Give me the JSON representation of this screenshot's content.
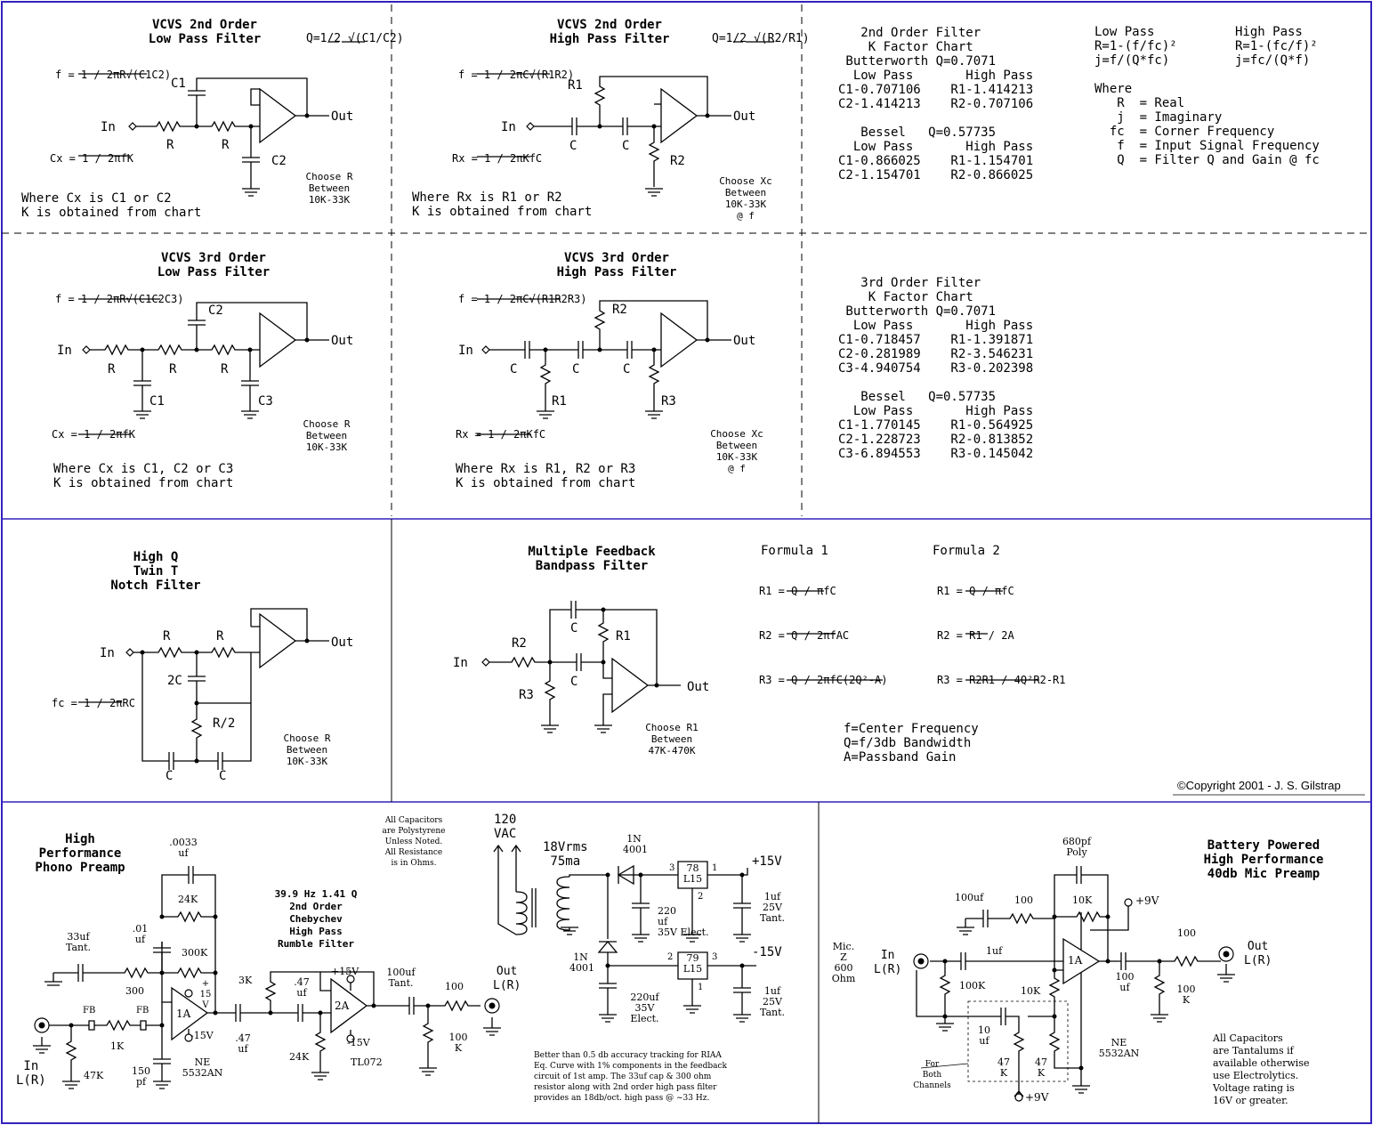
{
  "colors": {
    "border": "#3322bb",
    "ink": "#000000",
    "paper": "#ffffff"
  },
  "lp2": {
    "title1": "VCVS 2nd Order",
    "title2": "Low Pass Filter",
    "q_formula": "Q=1/2 √(C1/C2)",
    "f_formula": "f = 1 / 2πR√(C1C2)",
    "cx_formula": "Cx = 1 / 2πfK",
    "in": "In",
    "out": "Out",
    "r1": "R",
    "r2": "R",
    "c1": "C1",
    "c2": "C2",
    "choose": "Choose R\nBetween\n10K-33K",
    "note": "Where Cx is C1 or C2\nK is obtained from chart"
  },
  "hp2": {
    "title1": "VCVS 2nd Order",
    "title2": "High Pass Filter",
    "q_formula": "Q=1/2 √(R2/R1)",
    "f_formula": "f = 1 / 2πC√(R1R2)",
    "rx_formula": "Rx = 1 / 2πKfC",
    "in": "In",
    "out": "Out",
    "c1": "C",
    "c2": "C",
    "r1": "R1",
    "r2": "R2",
    "choose": "Choose Xc\nBetween\n10K-33K\n@ f",
    "note": "Where Rx is R1 or R2\nK is obtained from chart"
  },
  "chart2": {
    "lines": [
      "   2nd Order Filter",
      "    K Factor Chart",
      " Butterworth Q=0.7071",
      "  Low Pass       High Pass",
      "C1-0.707106    R1-1.414213",
      "C2-1.414213    R2-0.707106",
      "",
      "   Bessel   Q=0.57735",
      "  Low Pass       High Pass",
      "C1-0.866025    R1-1.154701",
      "C2-1.154701    R2-0.866025"
    ]
  },
  "defs": {
    "low_pass": "Low Pass\nR=1-(f/fc)²\nj=f/(Q*fc)",
    "high_pass": "High Pass\nR=1-(fc/f)²\nj=fc/(Q*f)",
    "where": "Where\n   R  = Real\n   j  = Imaginary\n  fc  = Corner Frequency\n   f  = Input Signal Frequency\n   Q  = Filter Q and Gain @ fc"
  },
  "lp3": {
    "title1": "VCVS 3rd Order",
    "title2": "Low Pass Filter",
    "f_formula": "f = 1 / 2πR√(C1C2C3)",
    "cx_formula": "Cx = 1 / 2πfK",
    "in": "In",
    "out": "Out",
    "r1": "R",
    "r2": "R",
    "r3": "R",
    "c1": "C1",
    "c2": "C2",
    "c3": "C3",
    "choose": "Choose R\nBetween\n10K-33K",
    "note": "Where Cx is C1, C2 or C3\nK is obtained from chart"
  },
  "hp3": {
    "title1": "VCVS 3rd Order",
    "title2": "High Pass Filter",
    "f_formula": "f = 1 / 2πC√(R1R2R3)",
    "rx_formula": "Rx = 1 / 2πKfC",
    "in": "In",
    "out": "Out",
    "c1": "C",
    "c2": "C",
    "c3": "C",
    "r1": "R1",
    "r2": "R2",
    "r3": "R3",
    "choose": "Choose Xc\nBetween\n10K-33K\n@ f",
    "note": "Where Rx is R1, R2 or R3\nK is obtained from chart"
  },
  "chart3": {
    "lines": [
      "   3rd Order Filter",
      "    K Factor Chart",
      " Butterworth Q=0.7071",
      "  Low Pass       High Pass",
      "C1-0.718457    R1-1.391871",
      "C2-0.281989    R2-3.546231",
      "C3-4.940754    R3-0.202398",
      "",
      "   Bessel   Q=0.57735",
      "  Low Pass       High Pass",
      "C1-1.770145    R1-0.564925",
      "C2-1.228723    R2-0.813852",
      "C3-6.894553    R3-0.145042"
    ]
  },
  "notch": {
    "title": "High Q\nTwin T\nNotch Filter",
    "fc_formula": "fc = 1 / 2πRC",
    "in": "In",
    "out": "Out",
    "r1": "R",
    "r2": "R",
    "c2c": "2C",
    "rhalf": "R/2",
    "c1": "C",
    "c2": "C",
    "choose": "Choose R\nBetween\n10K-33K"
  },
  "mfb": {
    "title": "Multiple Feedback\nBandpass Filter",
    "in": "In",
    "out": "Out",
    "r1": "R1",
    "r2": "R2",
    "r3": "R3",
    "c1": "C",
    "c2": "C",
    "choose": "Choose R1\nBetween\n47K-470K",
    "formula1": "Formula 1",
    "formula2": "Formula 2",
    "f1_r1": "R1 = Q / πfC",
    "f1_r2": "R2 = Q / 2πfAC",
    "f1_r3": "R3 = Q / 2πfC(2Q²-A)",
    "f2_r1": "R1 = Q / πfC",
    "f2_r2": "R2 = R1 / 2A",
    "f2_r3": "R3 = R2R1 / 4Q²R2-R1",
    "defs": "f=Center Frequency\nQ=f/3db Bandwidth\nA=Passband Gain"
  },
  "copyright": "©Copyright 2001 - J. S. Gilstrap",
  "phono": {
    "title": "High\nPerformance\nPhono Preamp",
    "rumble_title": "39.9 Hz 1.41 Q\n2nd Order\nChebychev\nHigh Pass\nRumble Filter",
    "cap_note": "All Capacitors\nare Polystyrene\nUnless Noted.\nAll Resistance\nis in Ohms.",
    "labels": {
      "c0033": ".0033\nuf",
      "r24k_top": "24K",
      "c01": ".01\nuf",
      "r300k": "300K",
      "c33": "33uf\nTant.",
      "r300": "300",
      "plus15": "+\n15\nV",
      "minus15": "-15V",
      "opamp1": "1A",
      "ne": "NE\n5532AN",
      "c150": "150\npf",
      "fb1": "FB",
      "fb2": "FB",
      "r1k": "1K",
      "r47k": "47K",
      "in": "In\nL(R)",
      "c47a": ".47\nuf",
      "r3k": "3K",
      "c47b": ".47\nuf",
      "r24k": "24K",
      "opamp2": "2A",
      "p15v": "+15V",
      "m15v": "-15V",
      "tl072": "TL072",
      "c100": "100uf\nTant.",
      "r100": "100",
      "r100k": "100\nK",
      "out": "Out\nL(R)"
    }
  },
  "psu": {
    "labels": {
      "vac": "120\nVAC",
      "sec": "18Vrms\n75ma",
      "d1": "1N\n4001",
      "d2": "1N\n4001",
      "reg1": "78\nL15",
      "reg2": "79\nL15",
      "p3": "3",
      "p1": "1",
      "p2": "2",
      "p2b": "2",
      "p3b": "3",
      "p1b": "1",
      "plus15": "+15V",
      "minus15": "-15V",
      "c220a": "220\nuf\n35V Elect.",
      "c220b": "220uf\n35V\nElect.",
      "c1a": "1uf\n25V\nTant.",
      "c1b": "1uf\n25V\nTant."
    },
    "note": "Better than 0.5 db accuracy tracking for RIAA\nEq. Curve with 1% components in the feedback\ncircuit of 1st amp. The 33uf cap & 300 ohm\nresistor along with 2nd order high pass filter\nprovides an 18db/oct. high pass @ ~33 Hz."
  },
  "mic": {
    "title": "Battery Powered\nHigh Performance\n40db Mic Preamp",
    "labels": {
      "c680": "680pf\nPoly",
      "c100": "100uf",
      "r100a": "100",
      "r10k_fb": "10K",
      "p9": "+9V",
      "mic": "Mic.\nZ\n600\nOhm",
      "in": "In\nL(R)",
      "c1uf": "1uf",
      "r100k": "100K",
      "opamp": "1A",
      "r10k": "10K",
      "c10": "10\nuf",
      "r47a": "47\nK",
      "r47b": "47\nK",
      "both": "For\nBoth\nChannels",
      "p9b": "+9V",
      "ne": "NE\n5532AN",
      "c100b": "100\nuf",
      "r100b": "100",
      "r100k2": "100\nK",
      "out": "Out\nL(R)"
    },
    "note": "All Capacitors\nare Tantalums if\navailable otherwise\nuse Electrolytics.\nVoltage rating is\n16V or greater."
  }
}
